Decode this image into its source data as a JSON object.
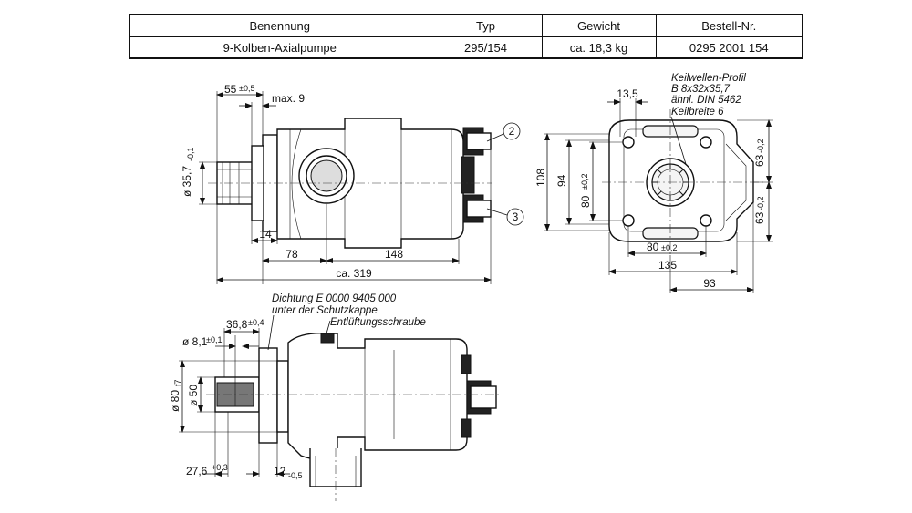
{
  "table": {
    "headers": [
      "Benennung",
      "Typ",
      "Gewicht",
      "Bestell-Nr."
    ],
    "row": [
      "9-Kolben-Axialpumpe",
      "295/154",
      "ca. 18,3 kg",
      "0295 2001 154"
    ]
  },
  "side_view": {
    "dim_55": "55",
    "dim_55_tol": "±0,5",
    "dim_max9": "max. 9",
    "dim_dia357": "ø 35,7",
    "dim_dia357_tol": "-0,1",
    "dim_14": "14",
    "dim_78": "78",
    "dim_148": "148",
    "dim_319": "ca. 319",
    "callout_2": "2",
    "callout_3": "3"
  },
  "front_view": {
    "note_line1": "Keilwellen-Profil",
    "note_line2": "B 8x32x35,7",
    "note_line3": "ähnl. DIN 5462",
    "note_line4": "Keilbreite 6",
    "dim_135a": "13,5",
    "dim_108": "108",
    "dim_94": "94",
    "dim_80v": "80",
    "dim_80v_tol": "±0,2",
    "dim_80h": "80",
    "dim_80h_tol": "±0,2",
    "dim_135": "135",
    "dim_93": "93",
    "dim_63a": "63",
    "dim_63a_tol": "-0,2",
    "dim_63b": "63",
    "dim_63b_tol": "-0,2"
  },
  "bottom_view": {
    "note_seal_1": "Dichtung E 0000 9405 000",
    "note_seal_2": "unter der Schutzkappe",
    "note_vent": "Entlüftungsschraube",
    "dim_368": "36,8",
    "dim_368_tol": "±0,4",
    "dim_81": "ø 8,1",
    "dim_81_tol": "±0,1",
    "dim_80": "ø 80",
    "dim_80_tol": "f7",
    "dim_50": "ø 50",
    "dim_276": "27,6",
    "dim_276_tol": "+0,3",
    "dim_12": "12",
    "dim_12_tol": "-0,5"
  }
}
